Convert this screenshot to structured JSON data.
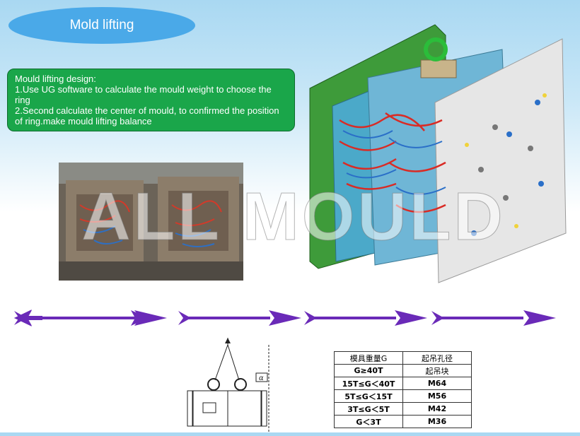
{
  "title": "Mold lifting",
  "design": {
    "heading": "Mould lifting design:",
    "line1": "1.Use UG software to calculate the mould weight to choose the ring",
    "line2": "2.Second calculate  the center of mould, to confirmed the position of ring.make mould lifting balance"
  },
  "watermark": "ALL MOULD",
  "diagram": {
    "angle_label": "α"
  },
  "table": {
    "headers": [
      "模具重量G",
      "起吊孔径"
    ],
    "rows": [
      [
        "G≥40T",
        "起吊块"
      ],
      [
        "15T≤G＜40T",
        "M64"
      ],
      [
        "5T≤G＜15T",
        "M56"
      ],
      [
        "3T≤G＜5T",
        "M42"
      ],
      [
        "G＜3T",
        "M36"
      ]
    ]
  },
  "colors": {
    "title_bg": "#4aa9e8",
    "design_box_bg": "#1aa64a",
    "arrow": "#6a2ab8"
  }
}
